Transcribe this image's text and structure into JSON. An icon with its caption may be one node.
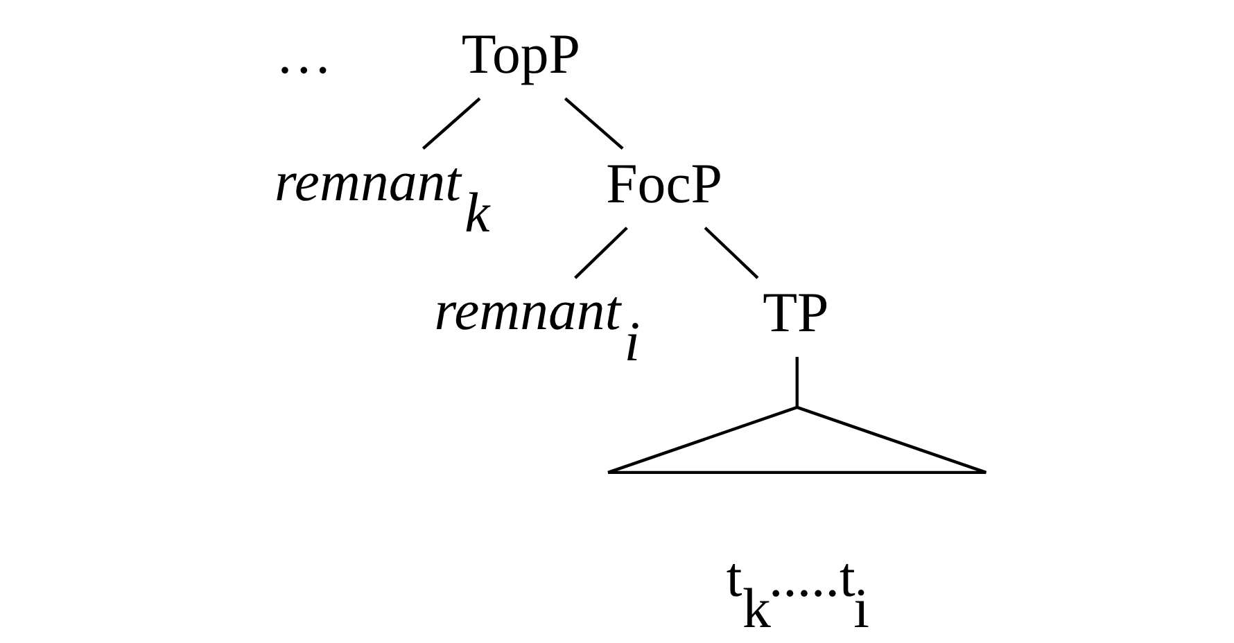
{
  "diagram": {
    "nodes": [
      {
        "text": [
          "TopP"
        ]
      },
      {
        "text": [
          "remnant$_{k}$"
        ]
      },
      {
        "text": [
          "FocP"
        ]
      },
      {
        "text": [
          "remnant$_{i}$"
        ]
      },
      {
        "text": [
          "TP"
        ]
      },
      {
        "text": [],
        "shape": "triangle",
        "beside": [
          "t$_{k}$.....t$_{i}$"
        ]
      }
    ],
    "edges": [
      {
        "from": 0,
        "to": 1,
        "arrow": "none"
      },
      {
        "from": 0,
        "to": 2,
        "arrow": "none"
      },
      {
        "from": 2,
        "to": 3,
        "arrow": "none"
      },
      {
        "from": 2,
        "to": 4,
        "arrow": "none"
      },
      {
        "from": 4,
        "to": 5,
        "arrow": "none"
      }
    ],
    "labels": [
      "…"
    ]
  }
}
